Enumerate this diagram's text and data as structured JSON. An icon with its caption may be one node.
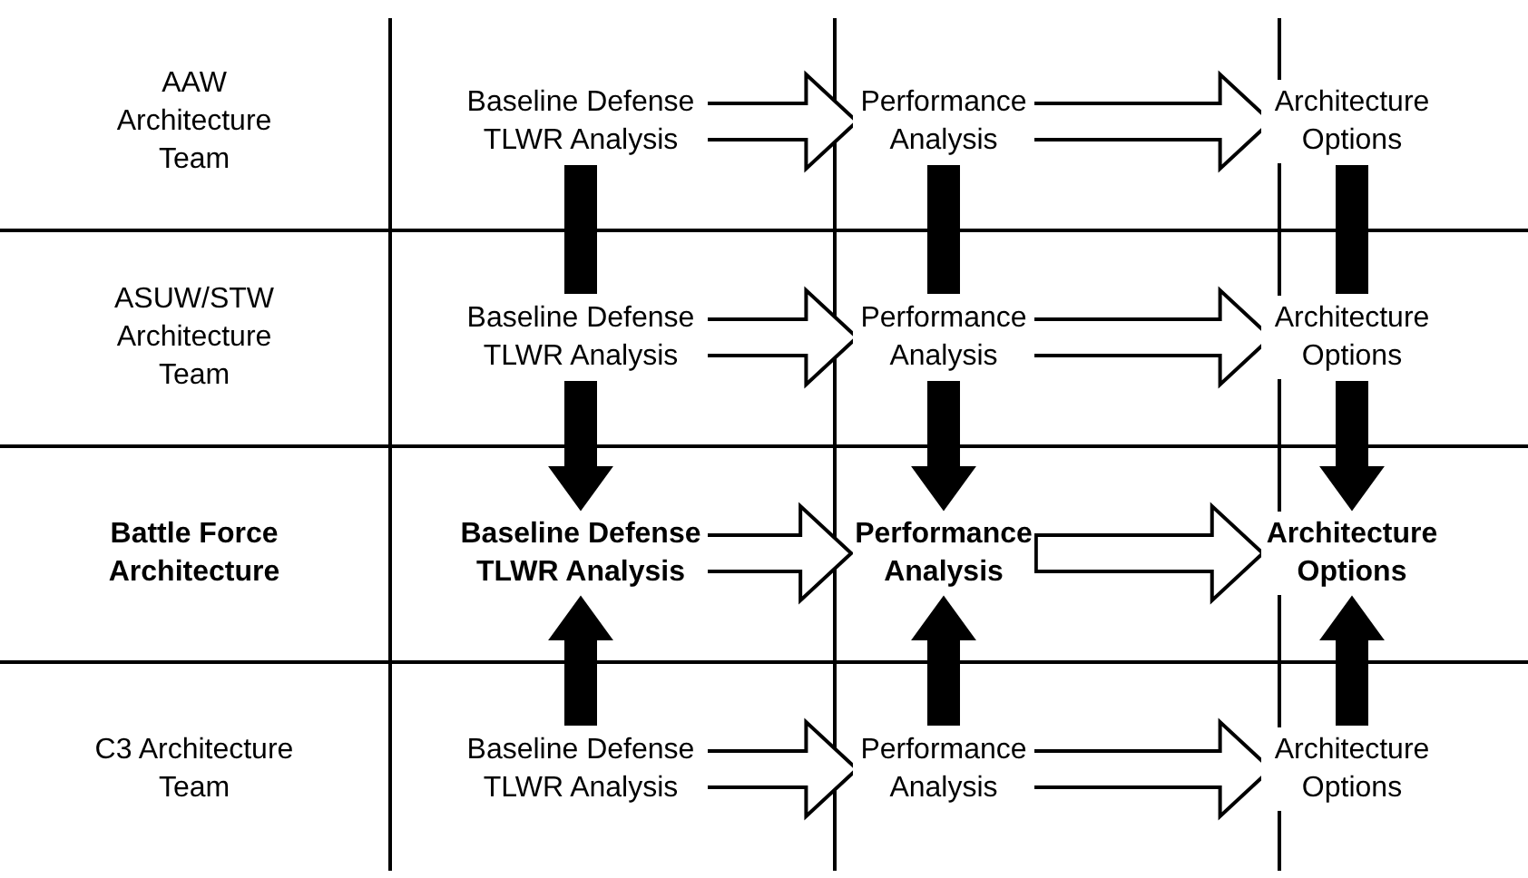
{
  "diagram": {
    "nodes": [
      {
        "text": [
          "AAW Architecture Team"
        ]
      },
      {
        "text": [
          "Baseline Defense TLWR Analysis"
        ]
      },
      {
        "text": [
          "Performance Analysis"
        ]
      },
      {
        "text": [
          "Architecture Options"
        ]
      },
      {
        "text": [
          "ASUW/STW Architecture Team"
        ]
      },
      {
        "text": [
          "Baseline Defense TLWR Analysis"
        ]
      },
      {
        "text": [
          "Performance Analysis"
        ]
      },
      {
        "text": [
          "Architecture Options"
        ]
      },
      {
        "text": [
          "Battle Force Architecture"
        ]
      },
      {
        "text": [
          "Baseline Defense TLWR Analysis"
        ]
      },
      {
        "text": [
          "Performance Analysis"
        ]
      },
      {
        "text": [
          "Architecture Options"
        ]
      },
      {
        "text": [
          "C3 Architecture Team"
        ]
      },
      {
        "text": [
          "Baseline Defense TLWR Analysis"
        ]
      },
      {
        "text": [
          "Performance Analysis"
        ]
      },
      {
        "text": [
          "Architecture Options"
        ]
      }
    ],
    "edges": [
      {
        "from": 1,
        "to": 2,
        "arrow": "to"
      },
      {
        "from": 2,
        "to": 3,
        "arrow": "to"
      },
      {
        "from": 5,
        "to": 6,
        "arrow": "to"
      },
      {
        "from": 6,
        "to": 7,
        "arrow": "to"
      },
      {
        "from": 9,
        "to": 10,
        "arrow": "to"
      },
      {
        "from": 10,
        "to": 11,
        "arrow": "to"
      },
      {
        "from": 13,
        "to": 14,
        "arrow": "to"
      },
      {
        "from": 14,
        "to": 15,
        "arrow": "to"
      },
      {
        "from": 1,
        "to": 5,
        "arrow": "none",
        "style": "thick"
      },
      {
        "from": 2,
        "to": 6,
        "arrow": "none",
        "style": "thick"
      },
      {
        "from": 3,
        "to": 7,
        "arrow": "none",
        "style": "thick"
      },
      {
        "from": 5,
        "to": 9,
        "arrow": "to",
        "style": "thick"
      },
      {
        "from": 6,
        "to": 10,
        "arrow": "to",
        "style": "thick"
      },
      {
        "from": 7,
        "to": 11,
        "arrow": "to",
        "style": "thick"
      },
      {
        "from": 13,
        "to": 9,
        "arrow": "to",
        "style": "thick"
      },
      {
        "from": 14,
        "to": 10,
        "arrow": "to",
        "style": "thick"
      },
      {
        "from": 15,
        "to": 11,
        "arrow": "to",
        "style": "thick"
      }
    ]
  }
}
